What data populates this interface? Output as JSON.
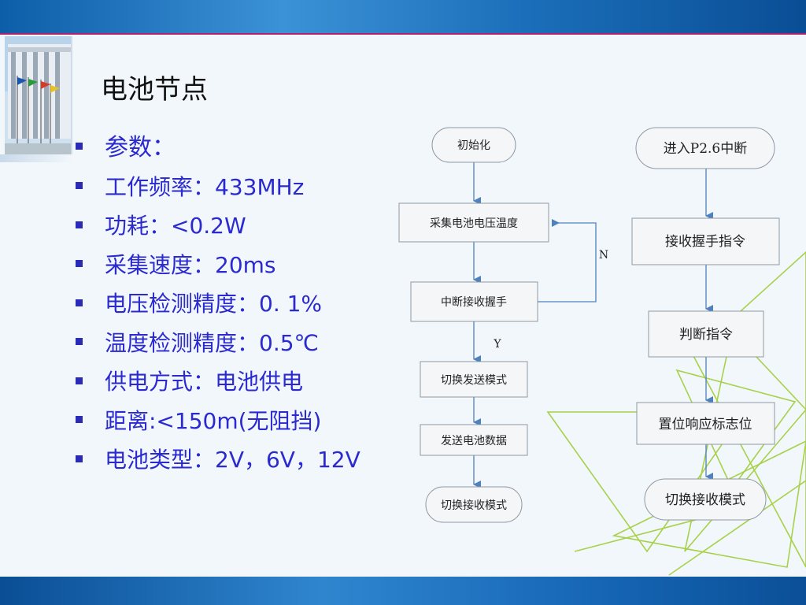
{
  "slide": {
    "title": "电池节点",
    "params": [
      "参数：",
      "工作频率：433MHz",
      "功耗：<0.2W",
      "采集速度：20ms",
      "电压检测精度：0. 1%",
      "温度检测精度：0.5℃",
      "供电方式：电池供电",
      "距离:<150m(无阻挡)",
      "电池类型：2V，6V，12V"
    ]
  },
  "flow_left": {
    "start": "初始化",
    "collect": "采集电池电压温度",
    "handshake": "中断接收握手",
    "no_label": "N",
    "yes_label": "Y",
    "switch_send": "切换发送模式",
    "send_data": "发送电池数据",
    "switch_recv": "切换接收模式"
  },
  "flow_right": {
    "start": "进入P2.6中断",
    "receive": "接收握手指令",
    "judge": "判断指令",
    "set_flag": "置位响应标志位",
    "switch_recv": "切换接收模式"
  },
  "colors": {
    "band": "#1b6fba",
    "accent_line": "#b2206c",
    "text_blue": "#2a2ad0",
    "node_fill": "#f4f6f8",
    "node_border": "#8f98a4",
    "arrow": "#4f81bd",
    "deco_green": "#a8d14a"
  }
}
